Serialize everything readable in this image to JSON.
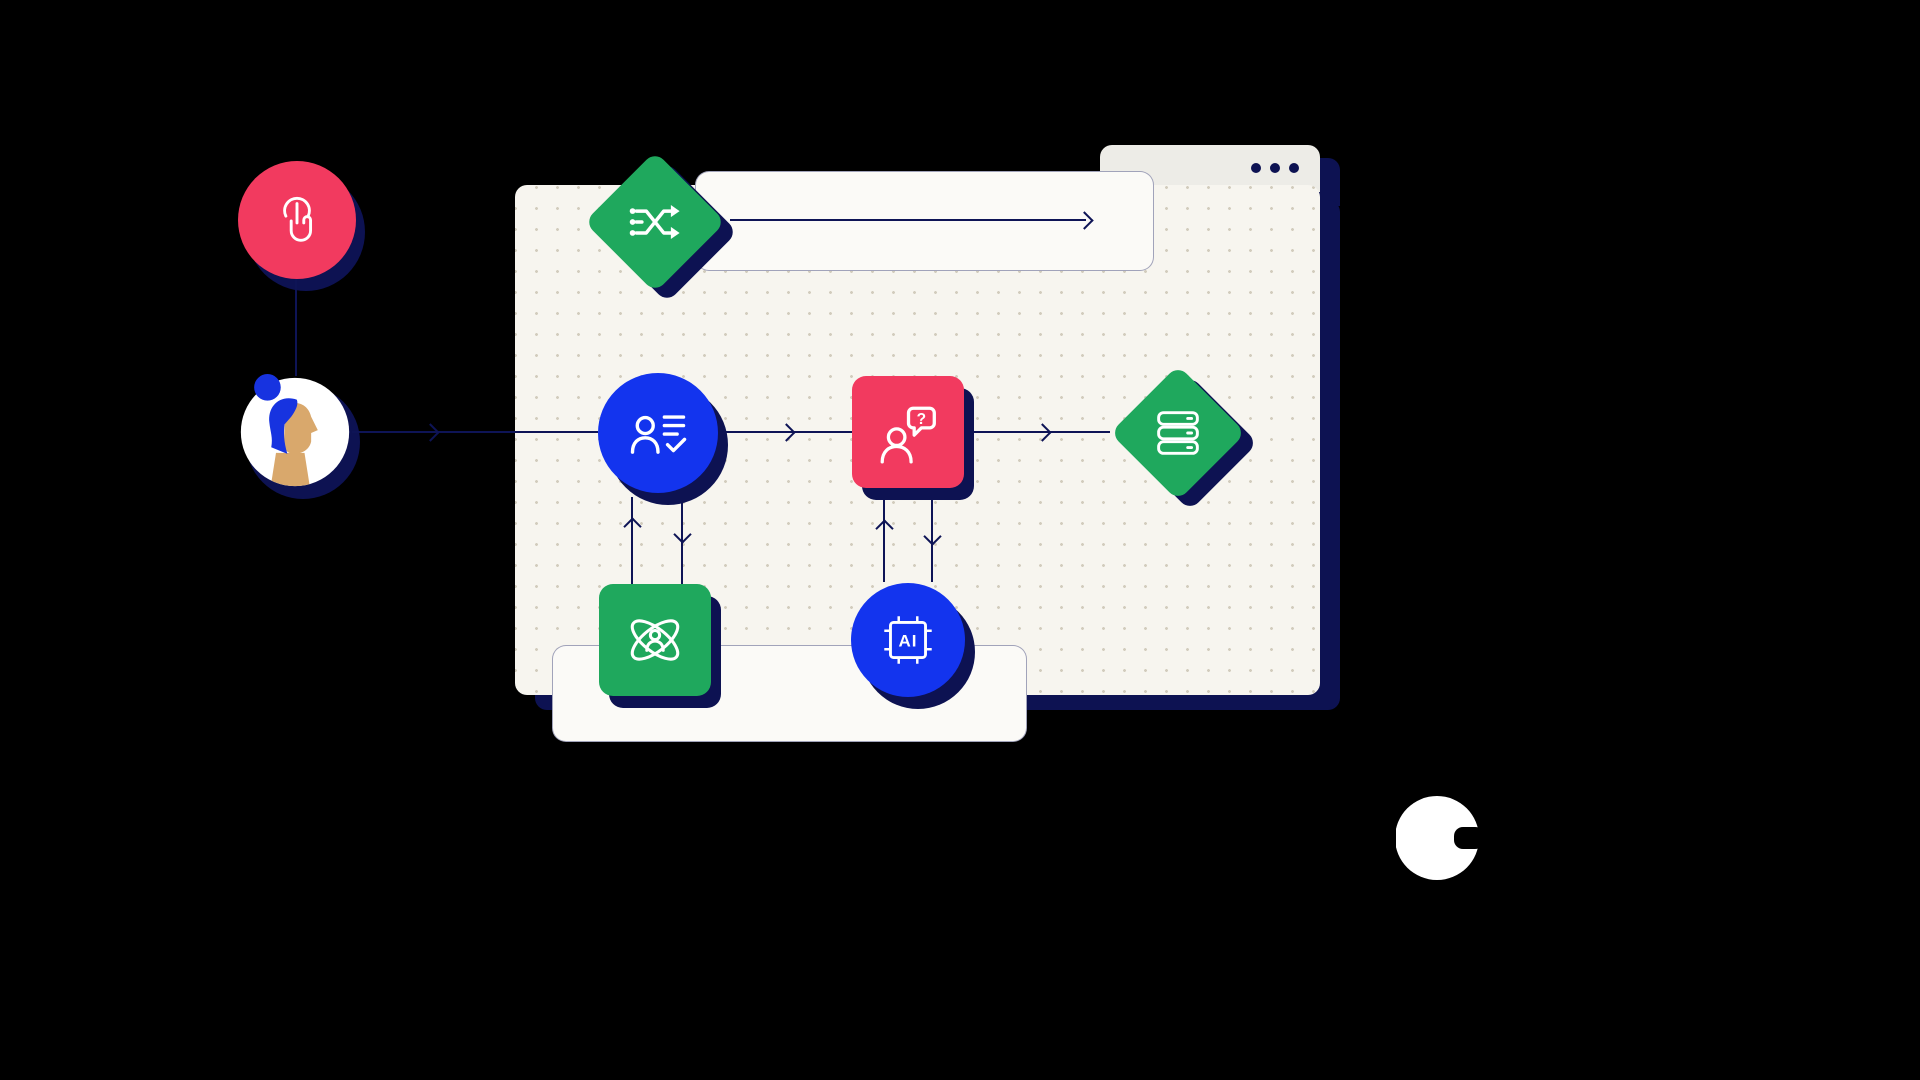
{
  "illustration": {
    "description": "Flow illustration of a user interacting with an AI-powered workflow inside a dotted browser window",
    "background": "#000000"
  },
  "labels": {
    "ai_chip": "AI",
    "question_mark": "?"
  },
  "browser_window": {
    "menu_dots_count": 3,
    "pattern": "dot-grid"
  },
  "colors": {
    "pink": "#F23A5F",
    "green": "#1FA85D",
    "blue": "#1334EE",
    "navy_shadow": "#0D1252",
    "line_navy": "#0E1456",
    "window_fill": "#F7F5EF",
    "chrome_fill": "#EDECE7",
    "panel_fill": "#FBFAF7",
    "dot_grid": "#D2CCBD",
    "skin": "#D9A86C",
    "hair_blue": "#1733E0",
    "white": "#FFFFFF"
  },
  "flow": {
    "nodes": [
      {
        "id": "tap",
        "icon": "tap-icon",
        "shape": "circle",
        "color": "pink"
      },
      {
        "id": "user",
        "icon": "woman-avatar",
        "shape": "circle",
        "color": "white"
      },
      {
        "id": "router",
        "icon": "branch-arrows-icon",
        "shape": "diamond",
        "color": "green"
      },
      {
        "id": "profile-check",
        "icon": "user-checklist-icon",
        "shape": "circle",
        "color": "blue"
      },
      {
        "id": "chat-question",
        "icon": "chat-question-icon",
        "shape": "square",
        "color": "pink"
      },
      {
        "id": "database",
        "icon": "server-stack-icon",
        "shape": "diamond",
        "color": "green"
      },
      {
        "id": "atom",
        "icon": "atom-user-icon",
        "shape": "square",
        "color": "green"
      },
      {
        "id": "ai-chip",
        "icon": "ai-chip-icon",
        "shape": "circle",
        "color": "blue",
        "label": "AI"
      }
    ],
    "edges": [
      {
        "from": "tap",
        "to": "user",
        "direction": "down"
      },
      {
        "from": "user",
        "to": "profile-check",
        "direction": "right"
      },
      {
        "from": "router",
        "to": "timeline",
        "direction": "right"
      },
      {
        "from": "profile-check",
        "to": "chat-question",
        "direction": "right"
      },
      {
        "from": "chat-question",
        "to": "database",
        "direction": "right"
      },
      {
        "from": "profile-check",
        "to": "atom",
        "direction": "both"
      },
      {
        "from": "chat-question",
        "to": "ai-chip",
        "direction": "both"
      }
    ]
  }
}
